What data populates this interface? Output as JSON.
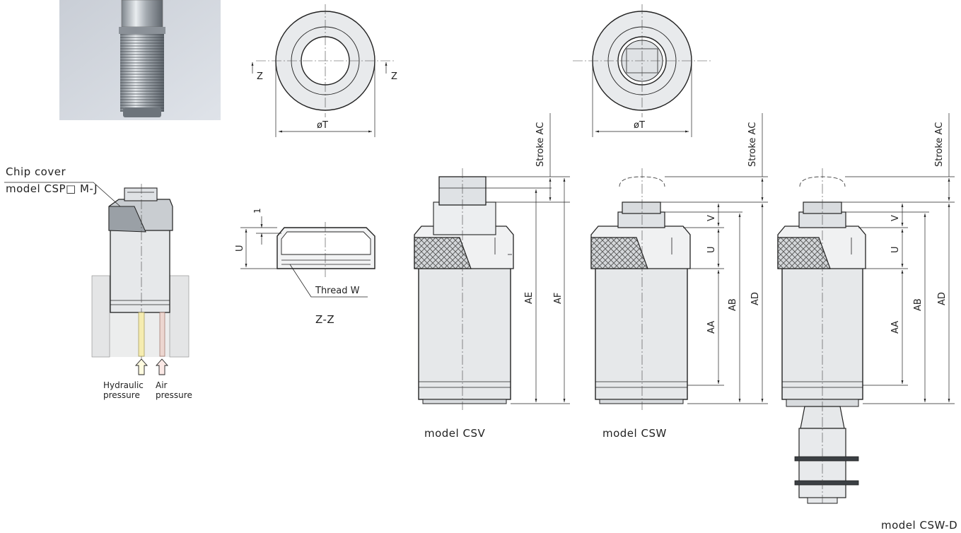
{
  "labels": {
    "chip_cover_line1": "Chip cover",
    "chip_cover_line2": "model CSP□ M-J",
    "hydraulic_line1": "Hydraulic",
    "hydraulic_line2": "pressure",
    "air_line1": "Air",
    "air_line2": "pressure",
    "thread": "Thread W",
    "section": "Z-Z",
    "phi_t": "øT",
    "z": "Z",
    "stroke": "Stroke AC",
    "one": "1",
    "u": "U",
    "v": "V",
    "aa": "AA",
    "ab": "AB",
    "ad": "AD",
    "ae": "AE",
    "af": "AF"
  },
  "models": {
    "csv": "model CSV",
    "csw": "model CSW",
    "csw_d": "model CSW-D"
  },
  "colors": {
    "line": "#222222",
    "body": "#e2e5e8",
    "hydraulic_pipe": "#f5ecb0",
    "air_pipe": "#ecd6d0",
    "arrow_hydraulic": "#fffbe0",
    "arrow_air": "#fbe9e6"
  },
  "icons": [
    "photo-thumbnail",
    "chip-cover-icon",
    "hydraulic-arrow-icon",
    "air-arrow-icon"
  ]
}
